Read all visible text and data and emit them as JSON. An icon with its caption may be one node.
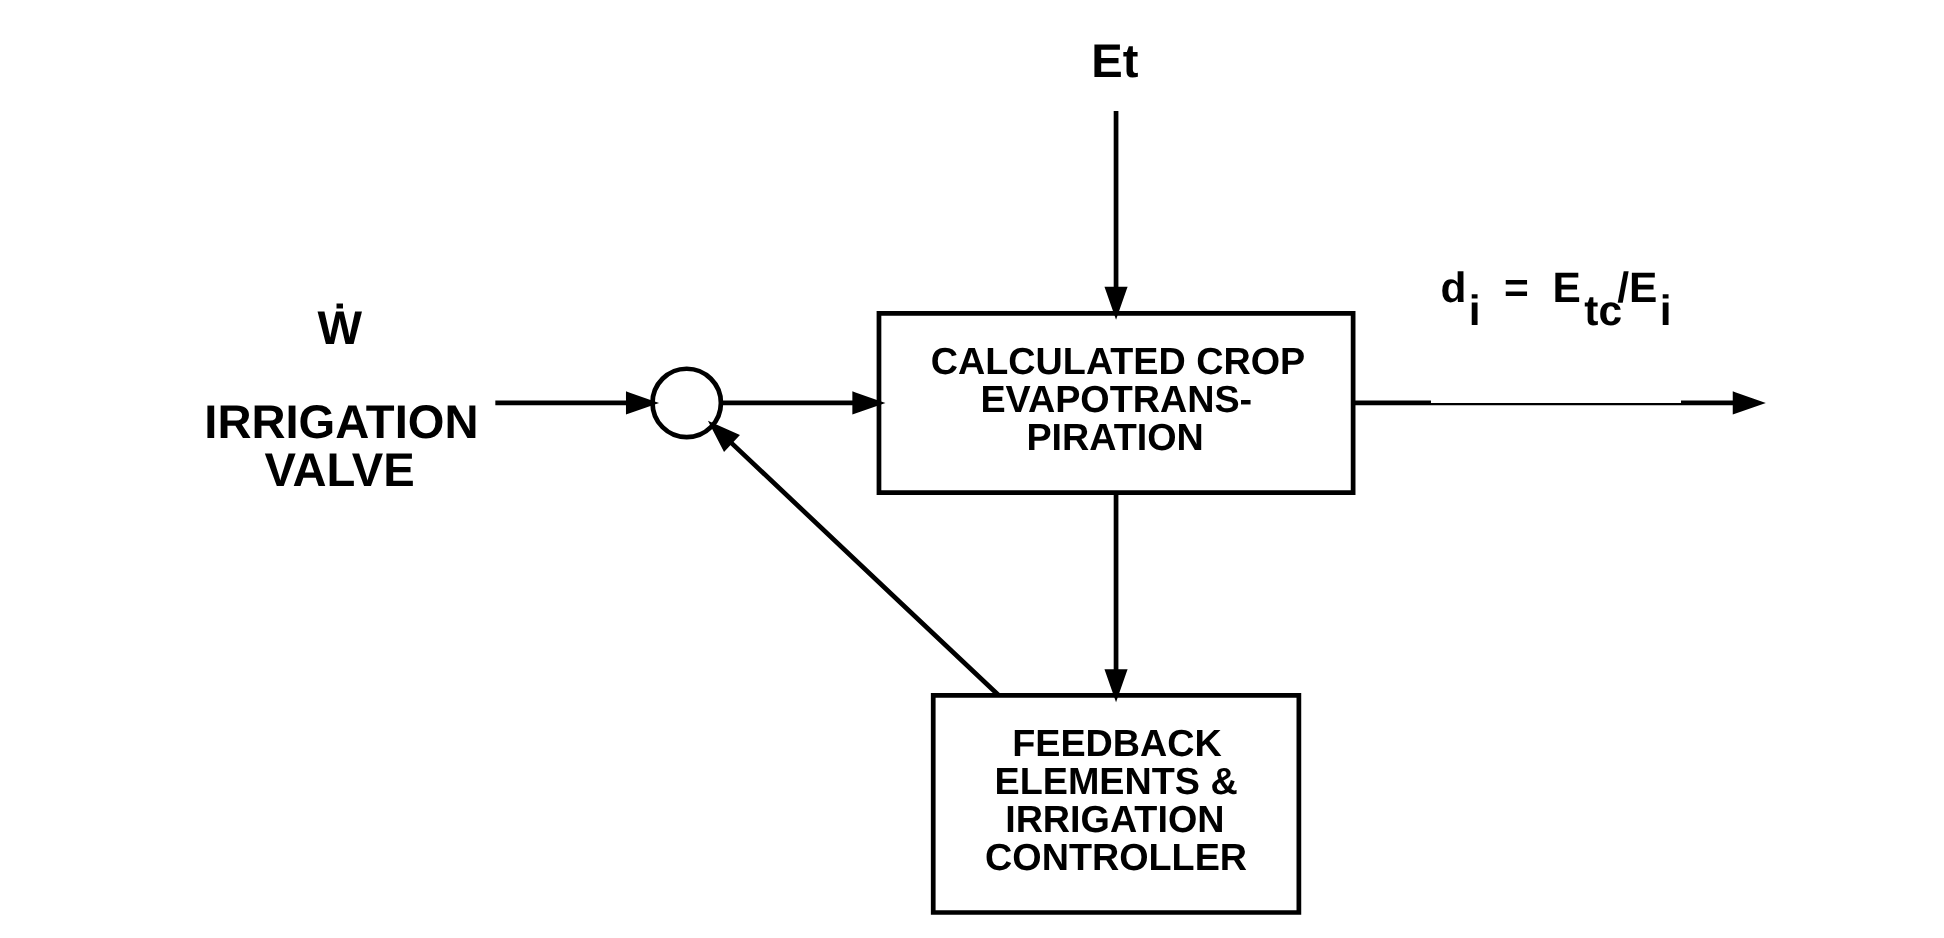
{
  "diagram": {
    "nodes": [
      {
        "text": [
          "Ẇ"
        ],
        "beside": [
          "IRRIGATION VALVE"
        ]
      },
      {
        "text": [],
        "shape": "circle"
      },
      {
        "text": [
          "Et"
        ]
      },
      {
        "text": [
          "CALCULATED CROP EVAPOTRANS- PIRATION"
        ]
      },
      {
        "text": [
          "FEEDBACK ELEMENTS & IRRIGATION CONTROLLER"
        ]
      }
    ],
    "edges": [
      {
        "from": 0,
        "to": 1,
        "arrow": "to"
      },
      {
        "from": 1,
        "to": 3,
        "arrow": "to"
      },
      {
        "from": 2,
        "to": 3,
        "arrow": "to"
      },
      {
        "from": 3,
        "to": null,
        "arrow": "to",
        "label": "d$_{i}$ = E$_{tc}$/E$_{i}$"
      },
      {
        "from": 3,
        "to": 4,
        "arrow": "to"
      },
      {
        "from": 4,
        "to": 1,
        "arrow": "to"
      }
    ]
  }
}
